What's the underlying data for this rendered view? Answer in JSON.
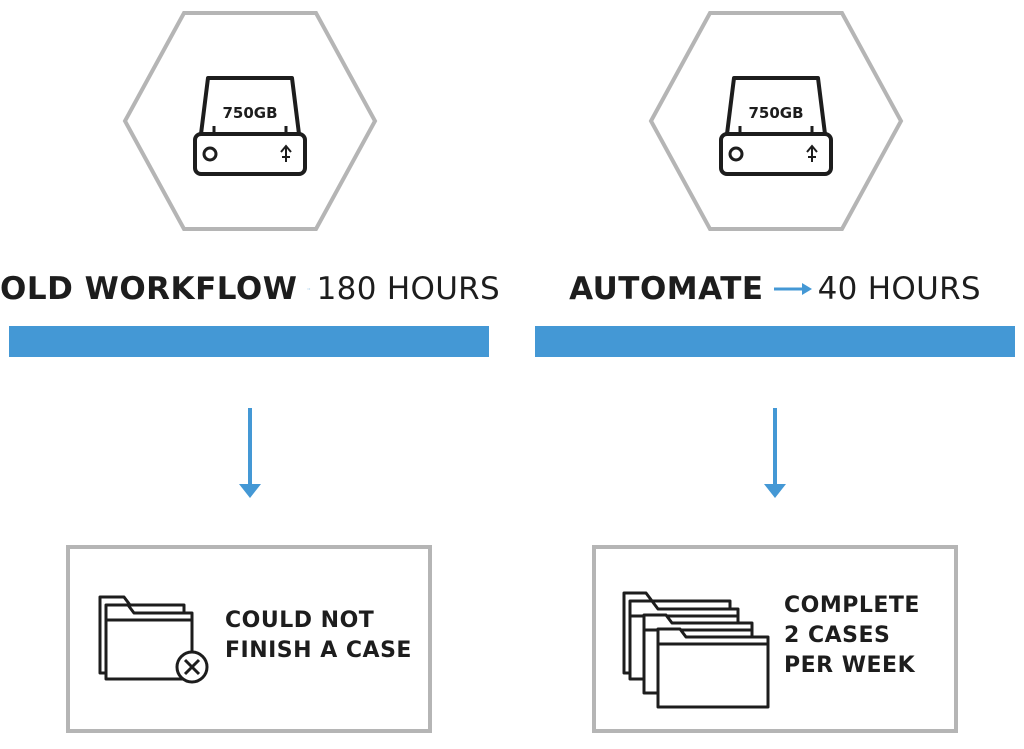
{
  "colors": {
    "accent": "#4498d5",
    "outline": "#b5b5b5",
    "ink": "#1d1d1d"
  },
  "left": {
    "drive_label": "750GB",
    "heading_bold": "OLD WORKFLOW",
    "heading_light": "180 HOURS",
    "result_lines": [
      "COULD NOT",
      "FINISH A CASE"
    ],
    "result_icon": "folder-with-x-icon"
  },
  "right": {
    "drive_label": "750GB",
    "heading_bold": "AUTOMATE",
    "heading_light": "40 HOURS",
    "result_lines": [
      "COMPLETE",
      "2 CASES",
      "PER WEEK"
    ],
    "result_icon": "stacked-folders-icon"
  }
}
